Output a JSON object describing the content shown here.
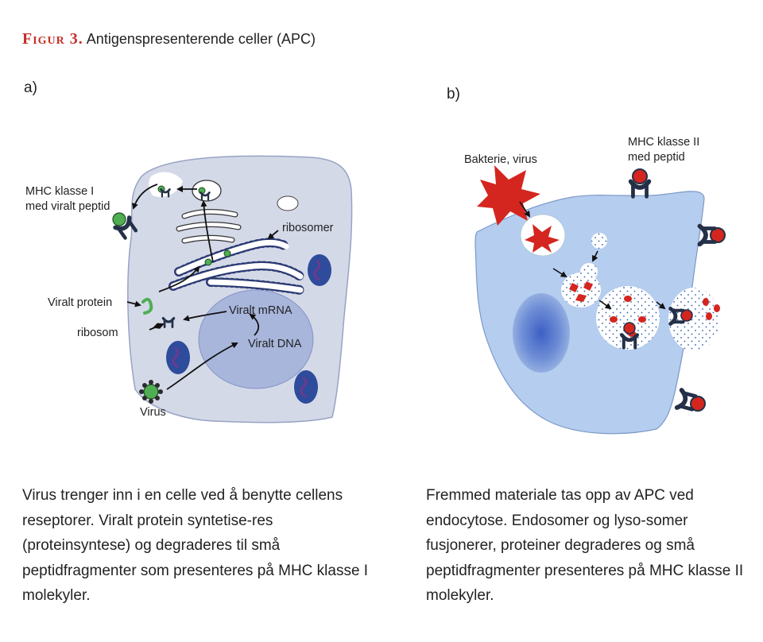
{
  "figure": {
    "label": "Figur 3.",
    "title": "Antigenspresenterende celler (APC)"
  },
  "panel_a": {
    "letter": "a)",
    "labels": {
      "mhc1": "MHC klasse I\nmed viralt peptid",
      "ribosomer": "ribosomer",
      "viralt_protein": "Viralt protein",
      "ribosom": "ribosom",
      "viralt_mrna": "Viralt mRNA",
      "viralt_dna": "Viralt DNA",
      "virus": "Virus"
    },
    "caption": "Virus trenger inn i en celle ved å benytte cellens reseptorer. Viralt protein syntetise-res (proteinsyntese) og degraderes til små peptidfragmenter som presenteres på MHC klasse I molekyler."
  },
  "panel_b": {
    "letter": "b)",
    "labels": {
      "bakterie": "Bakterie, virus",
      "mhc2": "MHC klasse II\nmed peptid"
    },
    "caption": "Fremmed materiale tas opp av APC ved endocytose. Endosomer og lyso-somer fusjonerer, proteiner degraderes og små peptidfragmenter presenteres på MHC klasse II molekyler."
  },
  "colors": {
    "accent": "#c62f2a",
    "cell_a": "#d4d9e8",
    "nucleus_a": "#a8b6dc",
    "cell_b": "#b5cdee",
    "mhc_dark": "#243048",
    "peptide_green": "#4fae52",
    "antigen_red": "#d4261f"
  }
}
